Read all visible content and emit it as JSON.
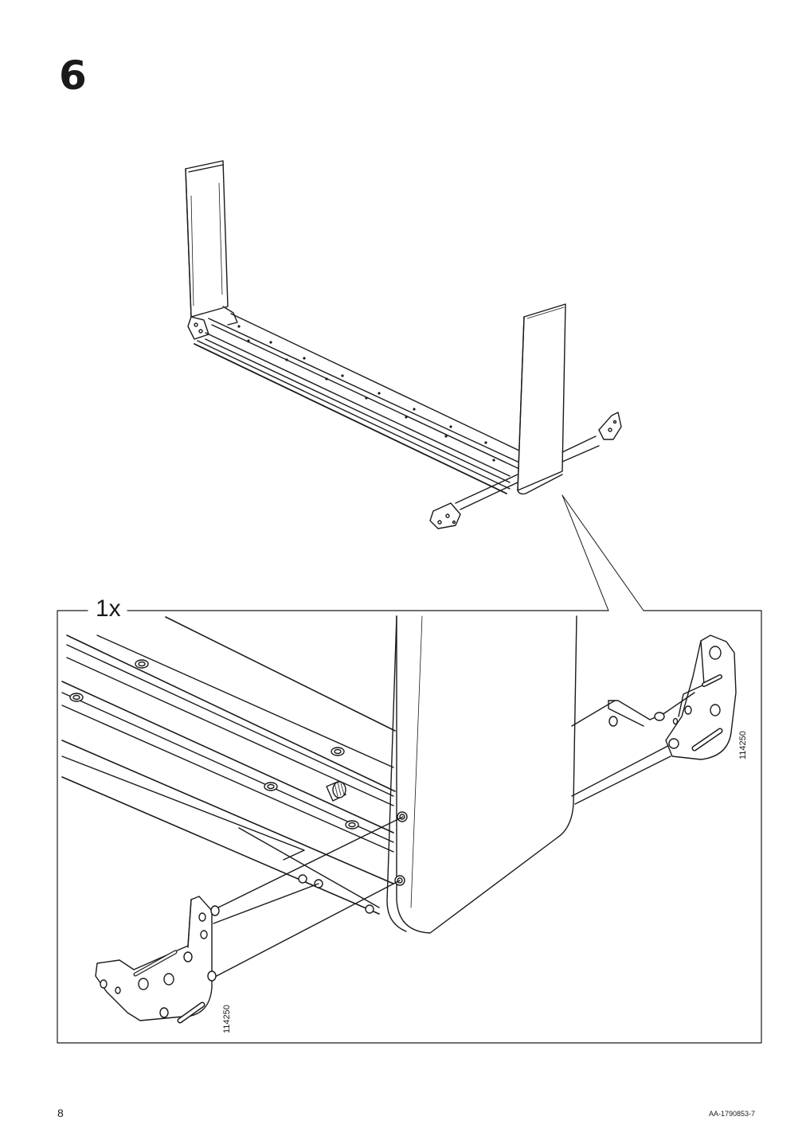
{
  "step": {
    "number": "6"
  },
  "detail": {
    "quantity": "1x"
  },
  "parts": {
    "bracket_right_code": "114250",
    "bracket_left_code": "114250"
  },
  "footer": {
    "page_number": "8",
    "document_id": "AA-1790853-7"
  }
}
